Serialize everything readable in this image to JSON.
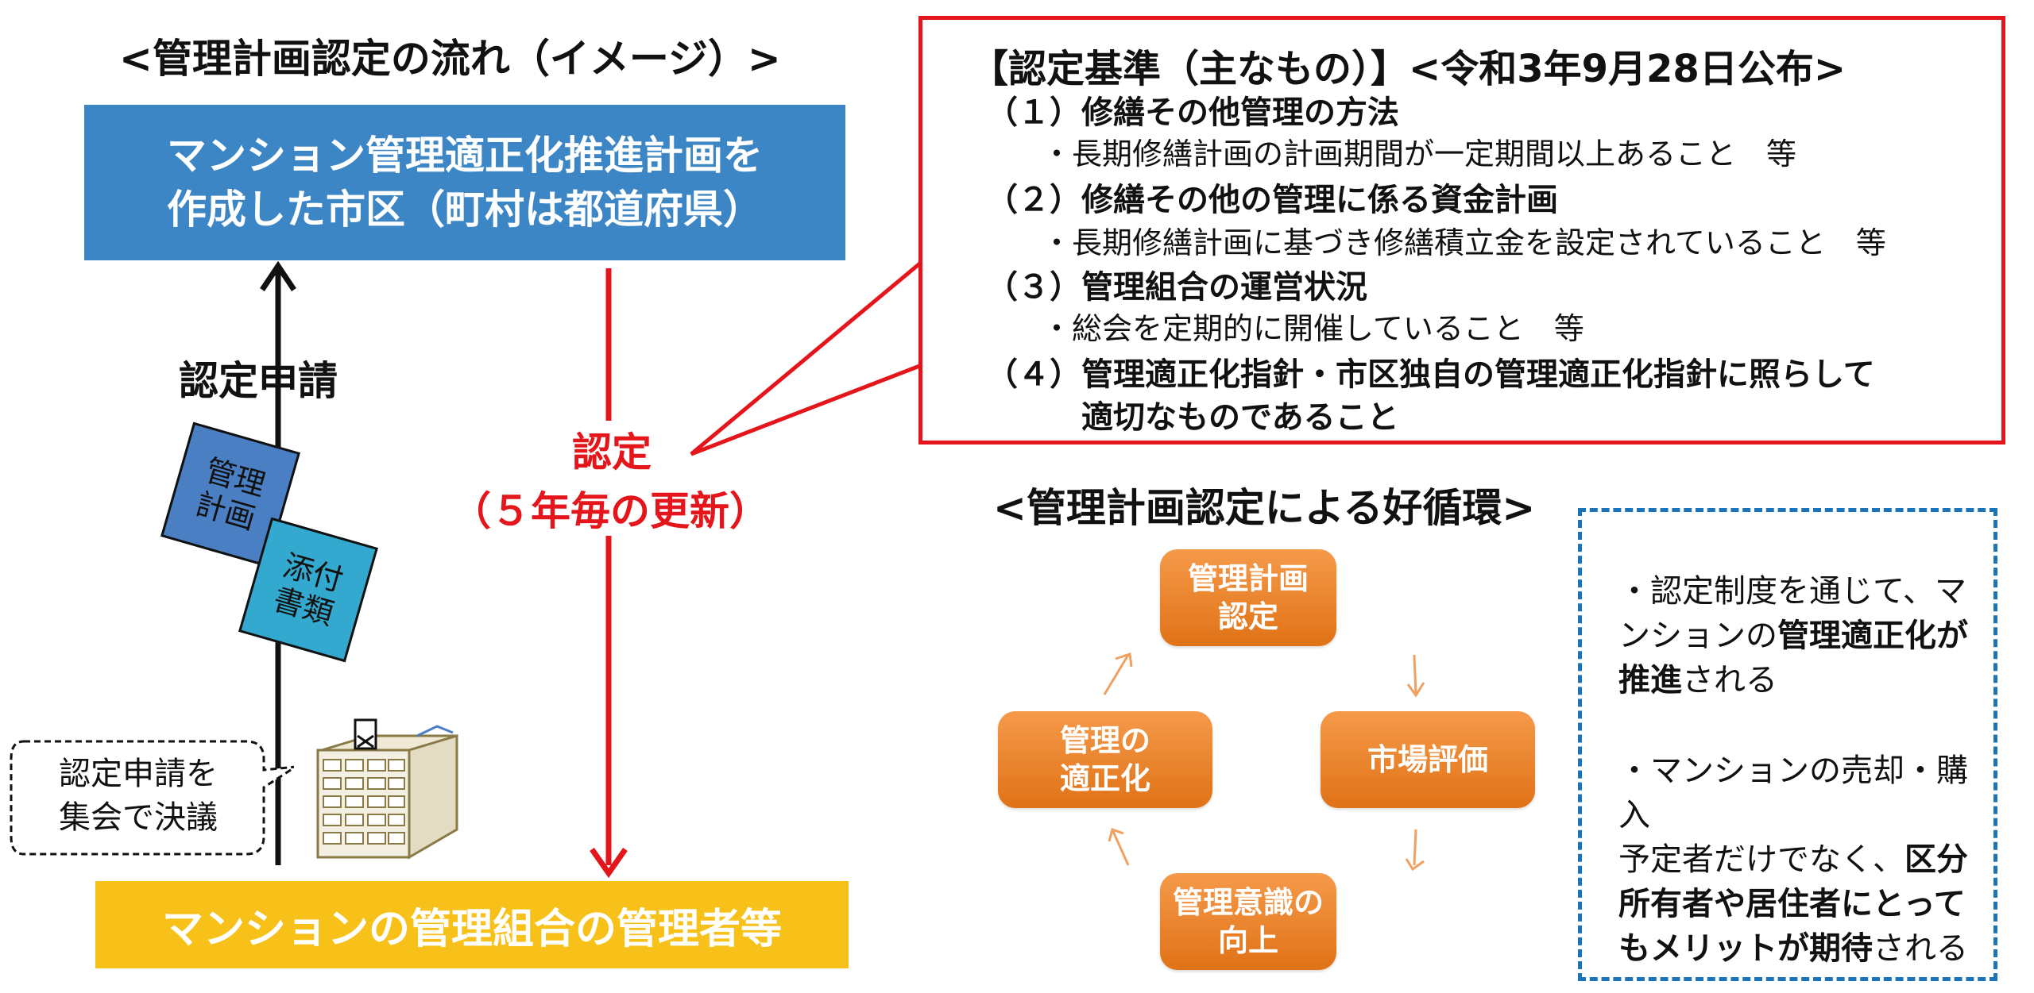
{
  "flow": {
    "title": "<管理計画認定の流れ（イメージ）>",
    "city_box": {
      "line1": "マンション管理適正化推進計画を",
      "line2": "作成した市区（町村は都道府県）"
    },
    "apply_label": "認定申請",
    "doc1": {
      "line1": "管理",
      "line2": "計画"
    },
    "doc2": {
      "line1": "添付",
      "line2": "書類"
    },
    "approve": {
      "line1": "認定",
      "line2": "（５年毎の更新）"
    },
    "meeting_bubble": {
      "line1": "認定申請を",
      "line2": "集会で決議"
    },
    "manager_box": "マンションの管理組合の管理者等"
  },
  "criteria": {
    "title": "【認定基準（主なもの）】<令和3年9月28日公布>",
    "items": [
      {
        "heading": "（１）修繕その他管理の方法",
        "detail": "・長期修繕計画の計画期間が一定期間以上あること　等"
      },
      {
        "heading": "（２）修繕その他の管理に係る資金計画",
        "detail": "・長期修繕計画に基づき修繕積立金を設定されていること　等"
      },
      {
        "heading": "（３）管理組合の運営状況",
        "detail": "・総会を定期的に開催していること　等"
      },
      {
        "heading": "（４）管理適正化指針・市区独自の管理適正化指針に照らして",
        "detail": "適切なものであること"
      }
    ]
  },
  "cycle": {
    "title": "<管理計画認定による好循環>",
    "top": {
      "line1": "管理計画",
      "line2": "認定"
    },
    "right": "市場評価",
    "bottom": {
      "line1": "管理意識の",
      "line2": "向上"
    },
    "left": {
      "line1": "管理の",
      "line2": "適正化"
    }
  },
  "benefits": {
    "p1_a": "・認定制度を通じて、マ",
    "p1_b": "ンションの",
    "p1_b_bold": "管理適正化が",
    "p1_c_bold": "推進",
    "p1_c": "される",
    "p2_a": "・マンションの売却・購入",
    "p2_b": "予定者だけでなく、",
    "p2_b_bold": "区分",
    "p2_c_bold": "所有者や居住者にとって",
    "p2_d_bold": "もメリットが期待",
    "p2_d": "される"
  },
  "colors": {
    "red": "#e4161b",
    "blue_box": "#3d86c6",
    "yellow_box": "#f7c11a",
    "orange": "#e98227",
    "dash_blue": "#1b74b8"
  }
}
